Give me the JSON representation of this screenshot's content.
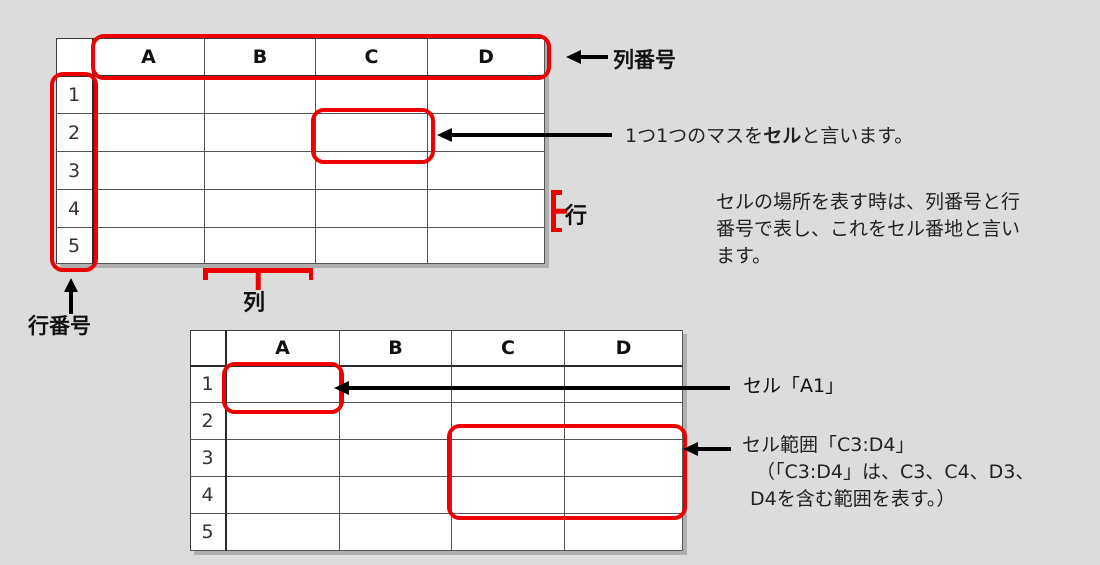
{
  "page": {
    "background_color": "#dcdcdc",
    "accent_color": "#ee0000",
    "text_color": "#111111",
    "grid_line_color": "#555555"
  },
  "table_top": {
    "corner_label": "",
    "column_headers": [
      "A",
      "B",
      "C",
      "D"
    ],
    "row_headers": [
      "1",
      "2",
      "3",
      "4",
      "5"
    ],
    "highlights": [
      {
        "name": "column-header-band",
        "target": "A:D header row"
      },
      {
        "name": "row-header-band",
        "target": "1:5 row headers"
      },
      {
        "name": "single-cell",
        "target": "C2"
      }
    ]
  },
  "table_bottom": {
    "corner_label": "",
    "column_headers": [
      "A",
      "B",
      "C",
      "D"
    ],
    "row_headers": [
      "1",
      "2",
      "3",
      "4",
      "5"
    ],
    "highlights": [
      {
        "name": "single-cell",
        "target": "A1"
      },
      {
        "name": "cell-range",
        "target": "C3:D4"
      }
    ]
  },
  "annotations": {
    "column_number": "列番号",
    "row_number": "行番号",
    "column_word": "列",
    "row_word": "行",
    "cell_callout": {
      "prefix": "1つ1つのマスを",
      "emphasis": "セル",
      "suffix": "と言います。"
    },
    "cell_a1": "セル「A1」",
    "cell_range_title": "セル範囲「C3:D4」",
    "cell_range_note_line1": "（「C3:D4」は、C3、C4、D3、",
    "cell_range_note_line2": "D4を含む範囲を表す。）",
    "description_paragraph": {
      "line1": "セルの場所を表す時は、列番号と行",
      "line2": "番号で表し、これをセル番地と言い",
      "line3": "ます。"
    }
  }
}
